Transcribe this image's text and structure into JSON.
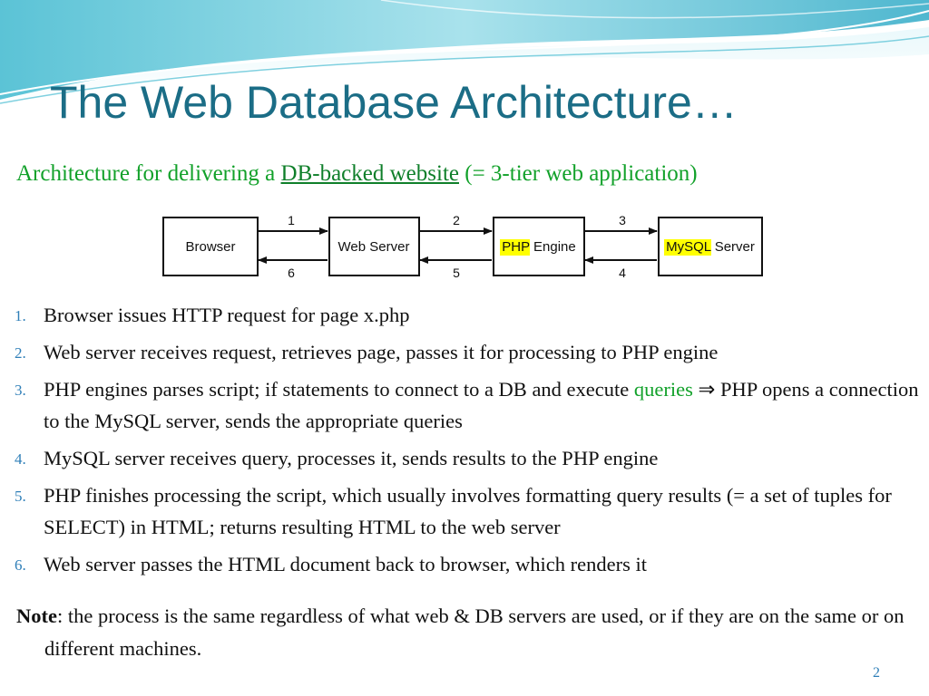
{
  "slide": {
    "title": "The Web Database Architecture…",
    "subtitle_prefix": "Architecture for delivering a ",
    "subtitle_link": "DB-backed website",
    "subtitle_suffix": " (= 3-tier web application)",
    "page_number": "2"
  },
  "diagram": {
    "nodes": [
      {
        "label": "Browser"
      },
      {
        "label": "Web Server"
      },
      {
        "label_highlight": "PHP",
        "label_rest": " Engine"
      },
      {
        "label_highlight": "MySQL",
        "label_rest": " Server"
      }
    ],
    "arrows_forward": [
      "1",
      "2",
      "3"
    ],
    "arrows_back": [
      "6",
      "5",
      "4"
    ],
    "highlight_color": "#ffff00"
  },
  "steps": [
    {
      "num": "1.",
      "text": "Browser issues HTTP request for page x.php"
    },
    {
      "num": "2.",
      "text": "Web server receives request, retrieves page, passes it for processing to PHP engine"
    },
    {
      "num": "3.",
      "text_before": "PHP engines parses script; if statements to connect to a DB and execute ",
      "keyword": "queries",
      "text_after": " ⇒ PHP opens a connection to the MySQL server, sends the appropriate queries"
    },
    {
      "num": "4.",
      "text": "MySQL server receives query, processes it, sends results to the PHP engine"
    },
    {
      "num": "5.",
      "text": "PHP finishes processing the script, which usually involves formatting query results (= a set of tuples for SELECT) in HTML; returns resulting HTML to the web server"
    },
    {
      "num": "6.",
      "text": "Web server passes the HTML document back to browser, which renders it"
    }
  ],
  "note": {
    "label": "Note",
    "text": ": the process is the same regardless of what web & DB servers are used, or if they are on the same or on different machines."
  },
  "colors": {
    "title": "#1b6d86",
    "accent_green": "#12a12a",
    "number_blue": "#2f7fb8"
  }
}
